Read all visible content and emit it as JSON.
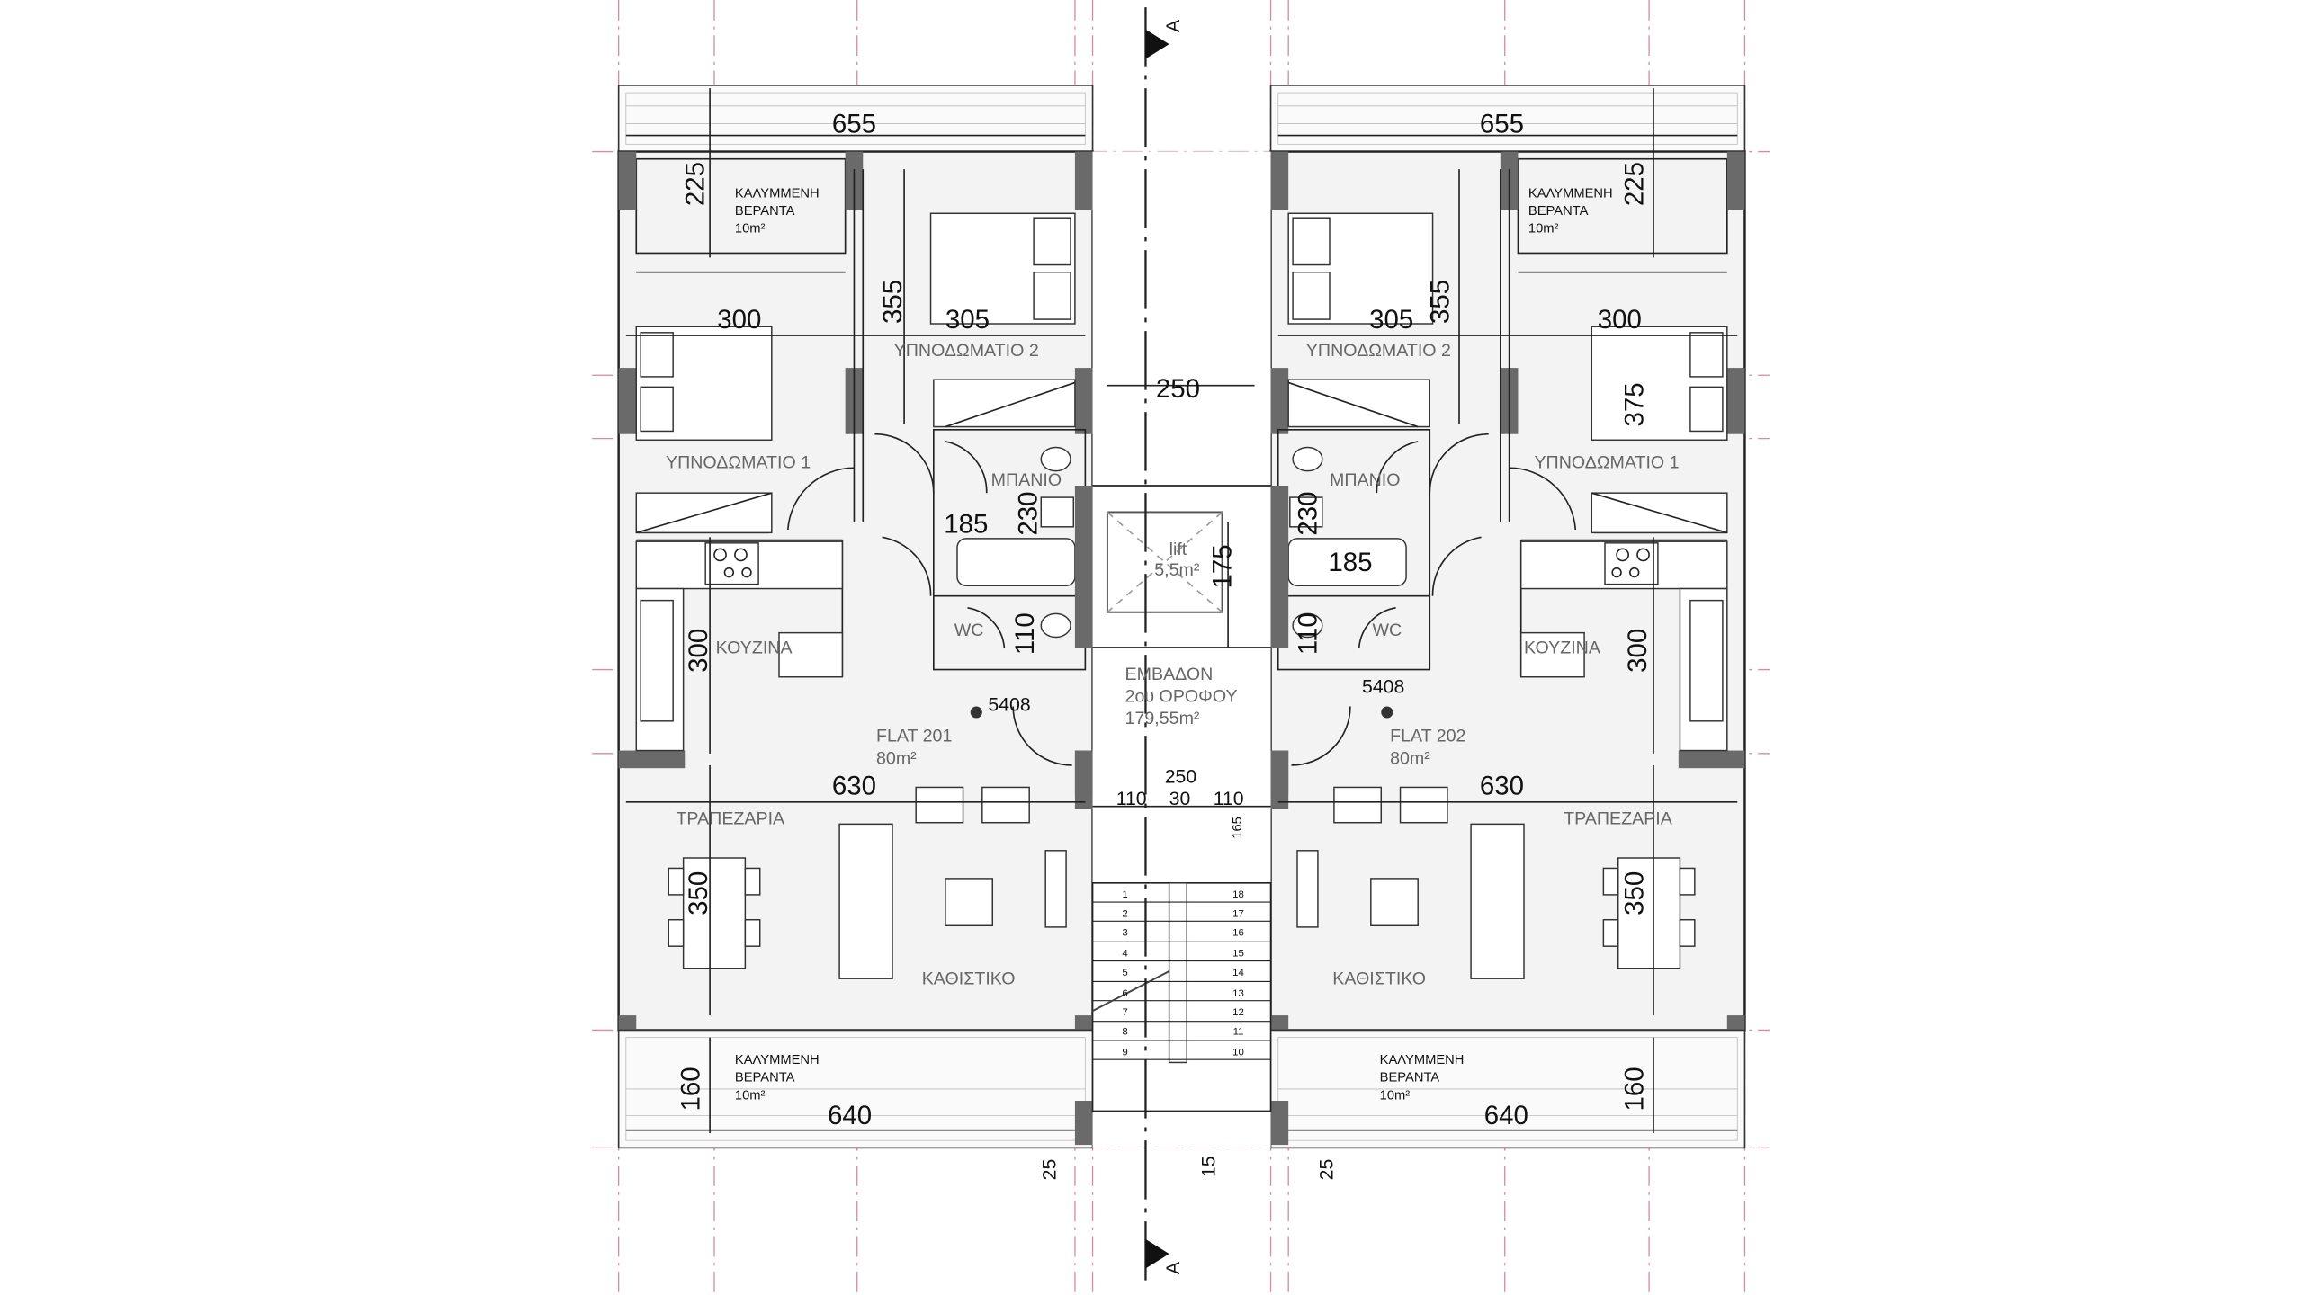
{
  "section_marker": "A",
  "core": {
    "lift_label": "lift",
    "lift_area": "5,5m²",
    "lift_dim": "175",
    "corridor_width": "250",
    "floor_area_title": "ΕΜΒΑΔΟΝ",
    "floor_area_floor": "2ου ΟΡΟΦΟΥ",
    "floor_area_value": "179,55m²",
    "landing_total": "250",
    "landing_left": "110",
    "landing_mid": "30",
    "landing_right": "110",
    "landing_depth": "165",
    "bottom_dim": "15",
    "stairs_left": [
      "1",
      "2",
      "3",
      "4",
      "5",
      "6",
      "7",
      "8",
      "9"
    ],
    "stairs_right": [
      "18",
      "17",
      "16",
      "15",
      "14",
      "13",
      "12",
      "11",
      "10"
    ]
  },
  "flats": [
    {
      "name": "FLAT 201",
      "area": "80m²",
      "top_width": "655",
      "veranda_top_depth": "225",
      "veranda_label": "ΚΑΛΥΜΜΕΝΗ",
      "veranda_label2": "ΒΕΡΑΝΤΑ",
      "veranda_area": "10m²",
      "bed1_label": "ΥΠΝΟΔΩΜΑΤΙΟ 1",
      "bed1_width": "300",
      "bed2_label": "ΥΠΝΟΔΩΜΑΤΙΟ 2",
      "bed2_width": "305",
      "bed2_depth": "355",
      "bath_label": "ΜΠΑΝΙΟ",
      "bath_width": "185",
      "bath_depth": "230",
      "kitchen_label": "ΚΟΥΖΙΝΑ",
      "kitchen_depth": "300",
      "wc_label": "WC",
      "wc_depth": "110",
      "level": "5408",
      "living_width": "630",
      "dining_label": "ΤΡΑΠΕΖΑΡΙΑ",
      "dining_depth": "350",
      "living_label": "ΚΑΘΙΣΤΙΚΟ",
      "veranda_bottom_label": "ΚΑΛΥΜΜΕΝΗ",
      "veranda_bottom_label2": "ΒΕΡΑΝΤΑ",
      "veranda_bottom_area": "10m²",
      "veranda_bottom_depth": "160",
      "bottom_width": "640",
      "edge_dim": "25"
    },
    {
      "name": "FLAT 202",
      "area": "80m²",
      "top_width": "655",
      "veranda_top_depth": "225",
      "veranda_label": "ΚΑΛΥΜΜΕΝΗ",
      "veranda_label2": "ΒΕΡΑΝΤΑ",
      "veranda_area": "10m²",
      "bed1_label": "ΥΠΝΟΔΩΜΑΤΙΟ 1",
      "bed1_width": "300",
      "bed1_depth": "375",
      "bed2_label": "ΥΠΝΟΔΩΜΑΤΙΟ 2",
      "bed2_width": "305",
      "bed2_depth": "355",
      "bath_label": "ΜΠΑΝΙΟ",
      "bath_width": "185",
      "bath_depth": "230",
      "kitchen_label": "ΚΟΥΖΙΝΑ",
      "kitchen_depth": "300",
      "wc_label": "WC",
      "wc_depth": "110",
      "level": "5408",
      "living_width": "630",
      "dining_label": "ΤΡΑΠΕΖΑΡΙΑ",
      "dining_depth": "350",
      "living_label": "ΚΑΘΙΣΤΙΚΟ",
      "veranda_bottom_label": "ΚΑΛΥΜΜΕΝΗ",
      "veranda_bottom_label2": "ΒΕΡΑΝΤΑ",
      "veranda_bottom_area": "10m²",
      "veranda_bottom_depth": "160",
      "bottom_width": "640",
      "edge_dim": "25"
    }
  ]
}
